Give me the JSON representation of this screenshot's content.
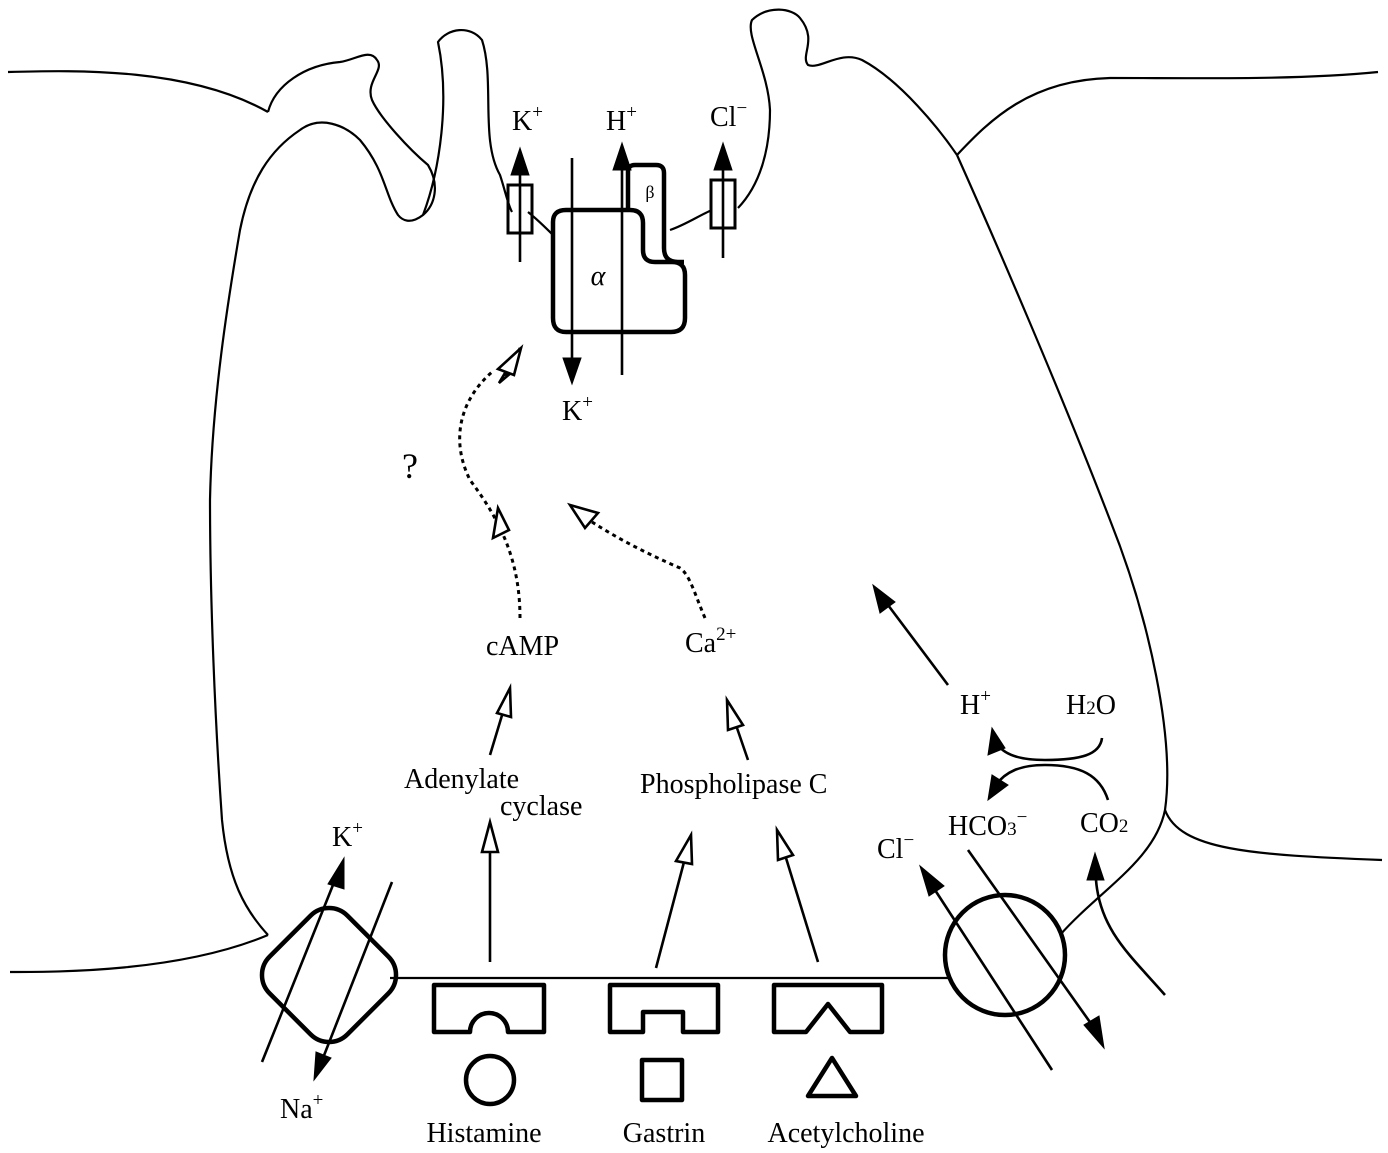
{
  "labels": {
    "k_top": "K",
    "k_top_sup": "+",
    "h_top": "H",
    "h_top_sup": "+",
    "cl_top": "Cl",
    "cl_top_sup": "−",
    "beta": "β",
    "alpha": "α",
    "k_inside": "K",
    "k_inside_sup": "+",
    "question": "?",
    "camp": "cAMP",
    "ca": "Ca",
    "ca_sup": "2+",
    "adenylate": "Adenylate",
    "cyclase": "cyclase",
    "phospholipase": "Phospholipase C",
    "h_right": "H",
    "h_right_sup": "+",
    "h2o_h": "H",
    "h2o_2": "2",
    "h2o_o": "O",
    "hco3_pre": "HCO",
    "hco3_3": "3",
    "hco3_sup": "−",
    "co2_pre": "CO",
    "co2_2": "2",
    "cl_bottom": "Cl",
    "cl_bottom_sup": "−",
    "k_bottom": "K",
    "k_bottom_sup": "+",
    "na": "Na",
    "na_sup": "+",
    "histamine": "Histamine",
    "gastrin": "Gastrin",
    "acetylcholine": "Acetylcholine"
  }
}
